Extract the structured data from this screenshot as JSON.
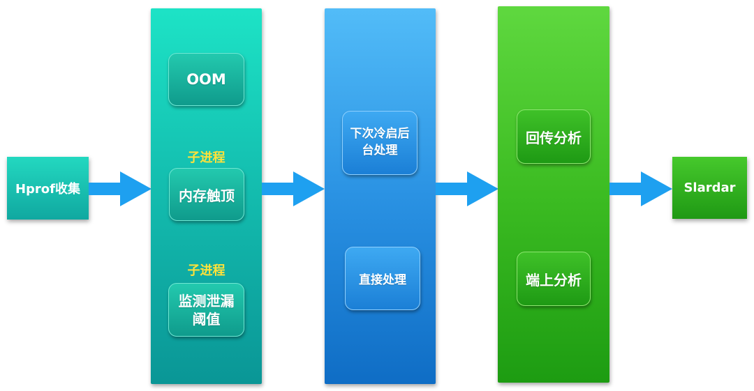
{
  "source": {
    "label": "Hprof收集"
  },
  "stage1": {
    "oom": "OOM",
    "sub_label_1": "子进程",
    "memory_peak": "内存触顶",
    "sub_label_2": "子进程",
    "leak_threshold_line1": "监测泄漏",
    "leak_threshold_line2": "阈值"
  },
  "stage2": {
    "next_cold_start_line1": "下次冷启后",
    "next_cold_start_line2": "台处理",
    "direct_process": "直接处理"
  },
  "stage3": {
    "upload_analysis": "回传分析",
    "device_analysis": "端上分析"
  },
  "target": {
    "label": "Slardar"
  },
  "colors": {
    "teal": "#14bfb0",
    "blue": "#2a92e3",
    "green": "#3cbc22",
    "arrow": "#1ea0f0",
    "sub_label": "#ffe23a"
  }
}
